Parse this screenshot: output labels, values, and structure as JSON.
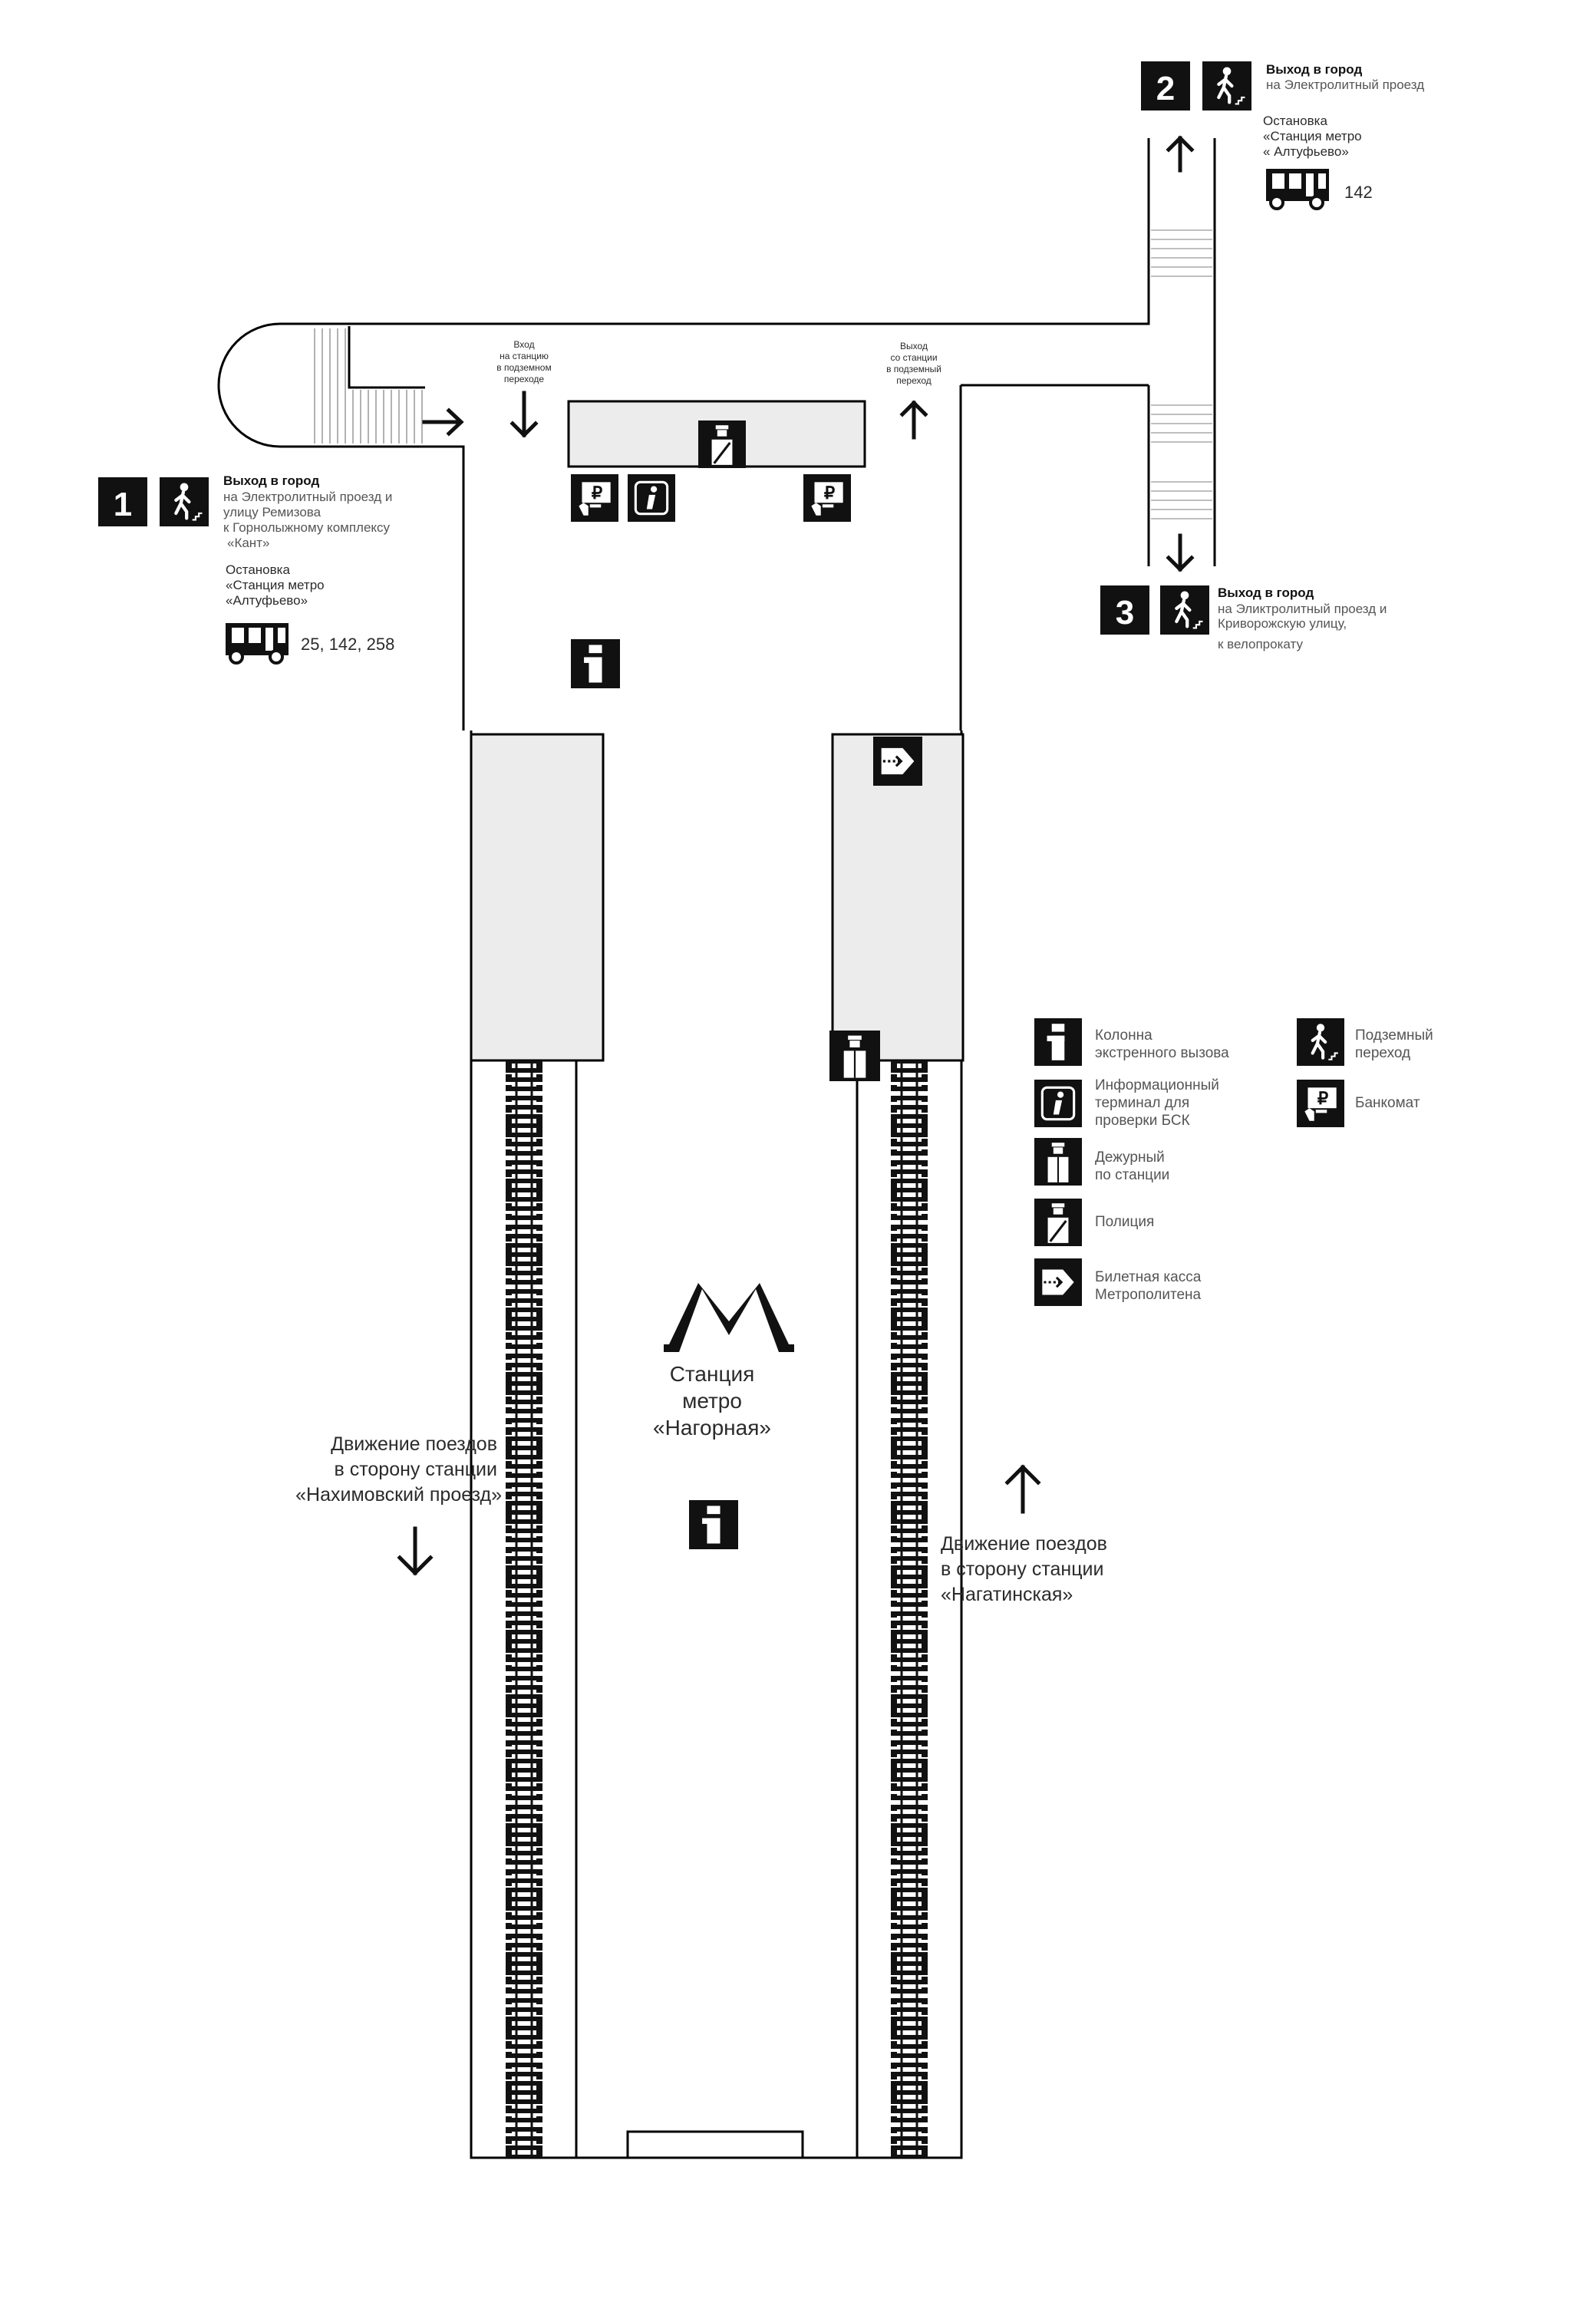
{
  "station": {
    "logo_letter": "M",
    "name_lines": [
      "Станция",
      "метро",
      "«Нагорная»"
    ]
  },
  "colors": {
    "accent": "#111111",
    "platform": "#ececec",
    "label_gray": "#555555"
  },
  "passage_labels": {
    "entrance": [
      "Вход",
      "на станцию",
      "в подземном",
      "переходе"
    ],
    "exit": [
      "Выход",
      "со станции",
      "в подземный",
      "переход"
    ]
  },
  "exits": [
    {
      "number": "1",
      "icon": "pedestrian-stairs-icon",
      "title": "Выход в город",
      "desc": [
        "на Электролитный проезд и",
        "улицу Ремизова",
        "к Горнолыжному комплексу",
        "«Кант»"
      ],
      "stop_lines": [
        "Остановка",
        "«Станция метро",
        "«Алтуфьево»"
      ],
      "routes": "25, 142, 258"
    },
    {
      "number": "2",
      "icon": "pedestrian-stairs-icon",
      "title": "Выход в город",
      "desc": [
        "на Электролитный проезд"
      ],
      "stop_lines": [
        "Остановка",
        "«Станция метро",
        "« Алтуфьево»"
      ],
      "routes": "142"
    },
    {
      "number": "3",
      "icon": "pedestrian-stairs-icon",
      "title": "Выход в город",
      "desc": [
        "на Эликтролитный проезд и",
        "Криворожскую улицу,",
        "к велопрокату"
      ],
      "stop_lines": [],
      "routes": ""
    }
  ],
  "directions": {
    "left": [
      "Движение поездов",
      "в сторону станции",
      "«Нахимовский проезд»"
    ],
    "right": [
      "Движение поездов",
      "в сторону станции",
      "«Нагатинская»"
    ]
  },
  "legend": [
    {
      "icon": "emergency-call-icon",
      "lines": [
        "Колонна",
        "экстренного вызова"
      ]
    },
    {
      "icon": "info-terminal-icon",
      "lines": [
        "Информационный",
        "терминал для",
        "проверки БСК"
      ]
    },
    {
      "icon": "station-attendant-icon",
      "lines": [
        "Дежурный",
        "по станции"
      ]
    },
    {
      "icon": "police-icon",
      "lines": [
        "Полиция"
      ]
    },
    {
      "icon": "ticket-office-icon",
      "lines": [
        "Билетная касса",
        "Метрополитена"
      ]
    },
    {
      "icon": "pedestrian-stairs-icon",
      "lines": [
        "Подземный",
        "переход"
      ]
    },
    {
      "icon": "atm-icon",
      "lines": [
        "Банкомат"
      ]
    }
  ]
}
